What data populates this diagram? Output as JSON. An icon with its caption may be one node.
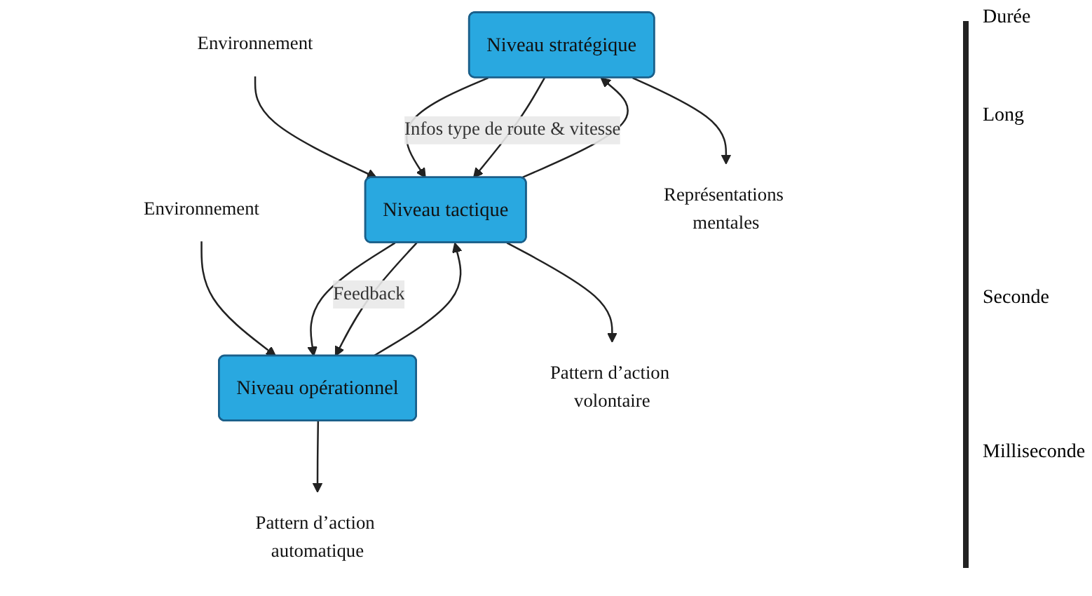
{
  "diagram": {
    "nodes": [
      {
        "text": [
          "Niveau stratégique"
        ]
      },
      {
        "text": [
          "Niveau tactique"
        ]
      },
      {
        "text": [
          "Niveau opérationnel"
        ]
      },
      {
        "text": [
          "Environnement"
        ]
      },
      {
        "text": [
          "Environnement"
        ]
      },
      {
        "text": [
          "Représentations mentales"
        ]
      },
      {
        "text": [
          "Pattern d’action volontaire"
        ]
      },
      {
        "text": [
          "Pattern d’action automatique"
        ]
      }
    ],
    "edges": [
      {
        "from": 3,
        "to": 1,
        "arrow": "to"
      },
      {
        "from": 4,
        "to": 2,
        "arrow": "to"
      },
      {
        "from": 0,
        "to": 5,
        "arrow": "to"
      },
      {
        "from": 1,
        "to": 6,
        "arrow": "to"
      },
      {
        "from": 2,
        "to": 7,
        "arrow": "to"
      },
      {
        "from": 0,
        "to": 1,
        "arrow": "to"
      },
      {
        "from": 0,
        "to": 1,
        "arrow": "to",
        "label": "Infos type de route & vitesse"
      },
      {
        "from": 1,
        "to": 0,
        "arrow": "to"
      },
      {
        "from": 1,
        "to": 2,
        "arrow": "to"
      },
      {
        "from": 1,
        "to": 2,
        "arrow": "to",
        "label": "Feedback"
      },
      {
        "from": 2,
        "to": 1,
        "arrow": "to"
      }
    ],
    "labels": [
      "Durée",
      "Long",
      "Seconde",
      "Milliseconde"
    ]
  }
}
